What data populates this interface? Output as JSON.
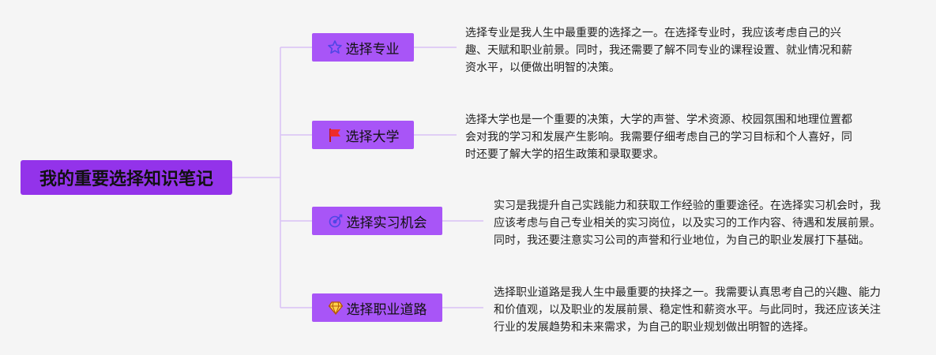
{
  "colors": {
    "root": "#9333ea",
    "branch": "#a855f7",
    "line": "#d9c2f5",
    "background": "#f5f5f5"
  },
  "root": {
    "label": "我的重要选择知识笔记"
  },
  "branches": [
    {
      "label": "选择专业",
      "icon": "star-icon",
      "lines": [
        "选择专业是我人生中最重要的选择之一。在选择专业时，我应该考虑自己的兴",
        "趣、天赋和职业前景。同时，我还需要了解不同专业的课程设置、就业情况和薪",
        "资水平，以便做出明智的决策。"
      ]
    },
    {
      "label": "选择大学",
      "icon": "flag-icon",
      "lines": [
        "选择大学也是一个重要的决策，大学的声誉、学术资源、校园氛围和地理位置都",
        "会对我的学习和发展产生影响。我需要仔细考虑自己的学习目标和个人喜好，同",
        "时还要了解大学的招生政策和录取要求。"
      ]
    },
    {
      "label": "选择实习机会",
      "icon": "dart-icon",
      "lines": [
        "实习是我提升自己实践能力和获取工作经验的重要途径。在选择实习机会时，我",
        "应该考虑与自己专业相关的实习岗位，以及实习的工作内容、待遇和发展前景。",
        "同时，我还要注意实习公司的声誉和行业地位，为自己的职业发展打下基础。"
      ]
    },
    {
      "label": "选择职业道路",
      "icon": "diamond-icon",
      "lines": [
        "选择职业道路是我人生中最重要的抉择之一。我需要认真思考自己的兴趣、能力",
        "和价值观，以及职业的发展前景、稳定性和薪资水平。与此同时，我还应该关注",
        "行业的发展趋势和未来需求，为自己的职业规划做出明智的选择。"
      ]
    }
  ]
}
